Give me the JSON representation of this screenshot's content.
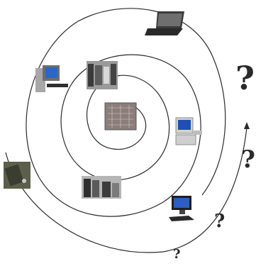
{
  "figure": {
    "kind": "computing-evolution-spiral",
    "spiral_color": "#2b2b2b",
    "question_mark_color": "#2a2a2a",
    "items": [
      {
        "id": "early-circuit-board",
        "icon": "circuit-board-icon"
      },
      {
        "id": "mainframe-room-1",
        "icon": "mainframe-room-icon"
      },
      {
        "id": "mainframe-room-2",
        "icon": "mainframe-room-icon"
      },
      {
        "id": "desktop-pc-crt",
        "icon": "desktop-crt-computer-icon"
      },
      {
        "id": "desktop-pc-tower",
        "icon": "desktop-tower-computer-icon"
      },
      {
        "id": "lcd-desktop",
        "icon": "lcd-desktop-computer-icon"
      },
      {
        "id": "laptop",
        "icon": "laptop-icon"
      },
      {
        "id": "mobile-device",
        "icon": "mobile-device-icon"
      }
    ],
    "unknown_future": {
      "symbol": "?",
      "count": 4,
      "arrow_icon": "arrow-up-icon"
    }
  }
}
